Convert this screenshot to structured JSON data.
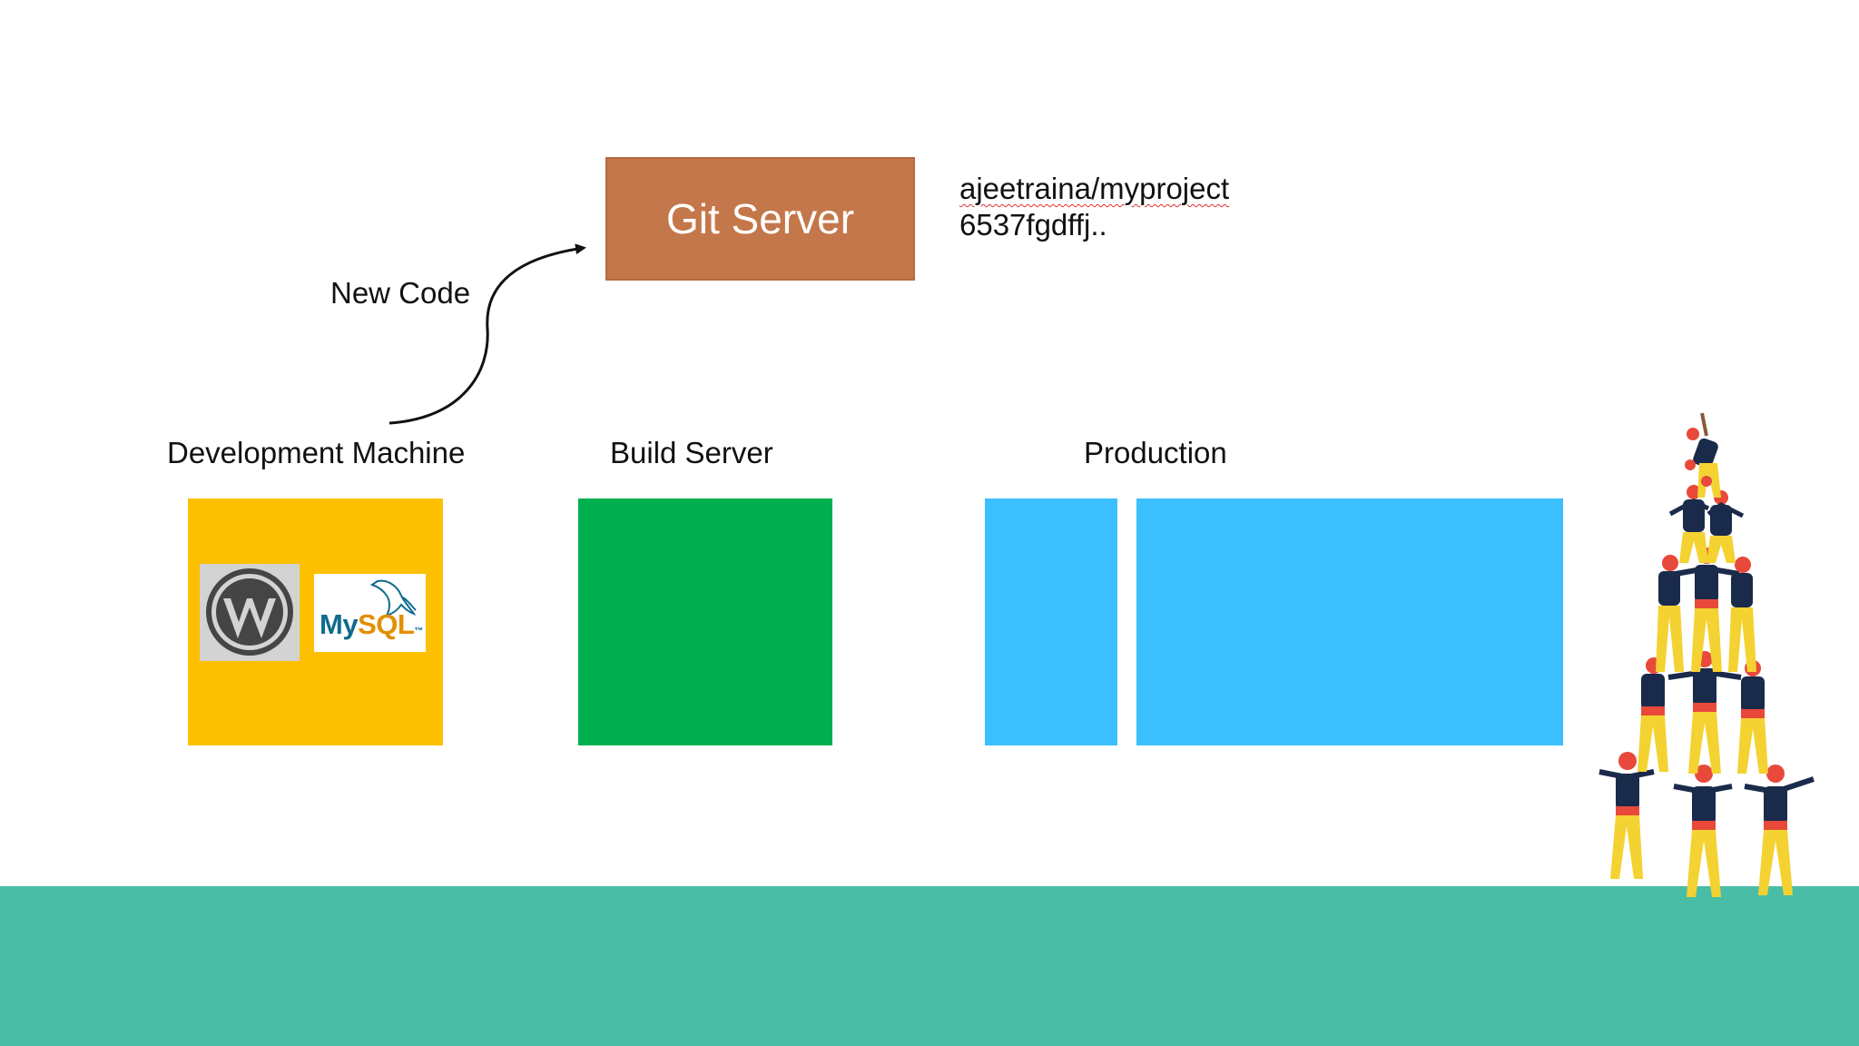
{
  "git_server": {
    "label": "Git Server",
    "repo": "ajeetraina/myproject",
    "commit": "6537fgdffj.."
  },
  "arrow": {
    "label": "New Code"
  },
  "environments": {
    "development": {
      "label": "Development Machine",
      "logos": {
        "wordpress": "wordpress-icon",
        "mysql_my": "My",
        "mysql_sql": "SQL",
        "mysql_tm": "™"
      }
    },
    "build": {
      "label": "Build Server"
    },
    "production": {
      "label": "Production"
    }
  },
  "illustration": "human-tower-icon",
  "colors": {
    "git_server": "#c4774a",
    "development": "#fdc000",
    "build": "#00b050",
    "production": "#3bbfff",
    "ground": "#4abda6"
  }
}
